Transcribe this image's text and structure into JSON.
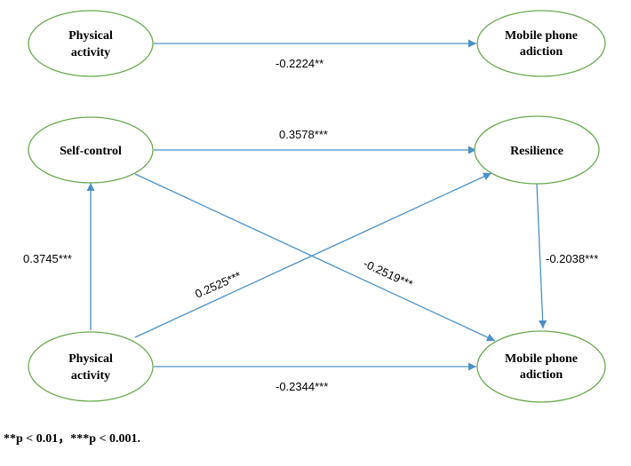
{
  "nodes": {
    "top_pa": [
      "Physical",
      "activity"
    ],
    "top_mpa": [
      "Mobile phone",
      "adiction"
    ],
    "self_control": [
      "Self-control"
    ],
    "resilience": [
      "Resilience"
    ],
    "bottom_pa": [
      "Physical",
      "activity"
    ],
    "bottom_mpa": [
      "Mobile phone",
      "adiction"
    ]
  },
  "edges": {
    "top_direct": "-0.2224**",
    "sc_to_res": "0.3578***",
    "pa_to_sc": "0.3745***",
    "pa_to_res": "0.2525***",
    "sc_to_mpa": "-0.2519***",
    "res_to_mpa": "-0.2038***",
    "bottom_direct": "-0.2344***"
  },
  "footnote": "**p < 0.01，***p < 0.001.",
  "colors": {
    "arrow": "#4a90c8",
    "ellipse_stroke": "#6aa84f"
  }
}
